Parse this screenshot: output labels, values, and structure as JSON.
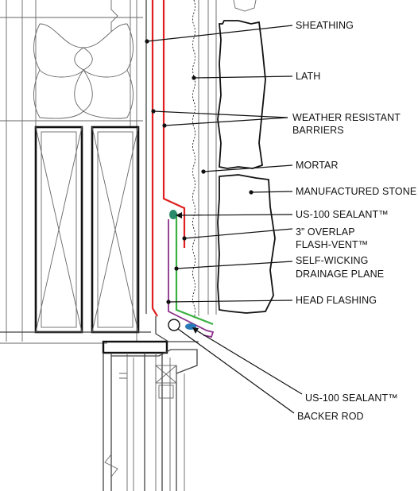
{
  "labels": {
    "sheathing": "SHEATHING",
    "lath": "LATH",
    "wrb_line1": "WEATHER RESISTANT",
    "wrb_line2": "BARRIERS",
    "mortar": "MORTAR",
    "stone": "MANUFACTURED STONE",
    "sealant_top": "US-100 SEALANT™",
    "overlap_line1": "3” OVERLAP",
    "overlap_line2": "FLASH-VENT™",
    "wicking_line1": "SELF-WICKING",
    "wicking_line2": "DRAINAGE PLANE",
    "head_flashing": "HEAD FLASHING",
    "sealant_bottom": "US-100 SEALANT™",
    "backer_rod": "BACKER ROD"
  },
  "colors": {
    "wrb": "#e02020",
    "drainage_plane": "#3cb043",
    "head_flashing": "#8b2f8b",
    "sealant": "#2a7ab8",
    "sealant_top": "#2a8a6a",
    "line": "#111111"
  }
}
